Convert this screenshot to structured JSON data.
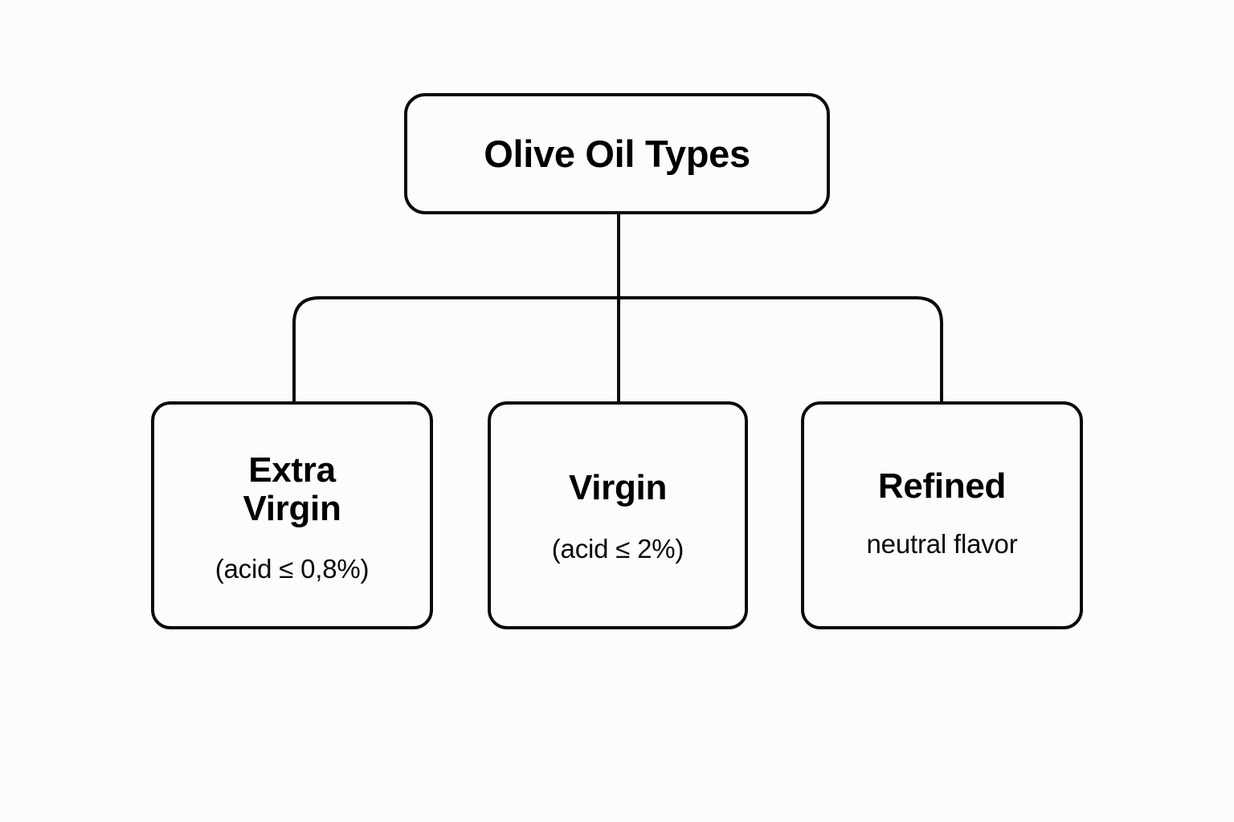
{
  "diagram": {
    "kind": "tree-hierarchy",
    "background_color": "#fcfcfc",
    "stroke_color": "#0a0a0a",
    "text_color": "#000000",
    "root": {
      "title": "Olive Oil Types"
    },
    "children": [
      {
        "title": "Extra\nVirgin",
        "subtitle": "(acid ≤ 0,8%)"
      },
      {
        "title": "Virgin",
        "subtitle": "(acid ≤ 2%)"
      },
      {
        "title": "Refined",
        "subtitle": "neutral flavor"
      }
    ]
  }
}
